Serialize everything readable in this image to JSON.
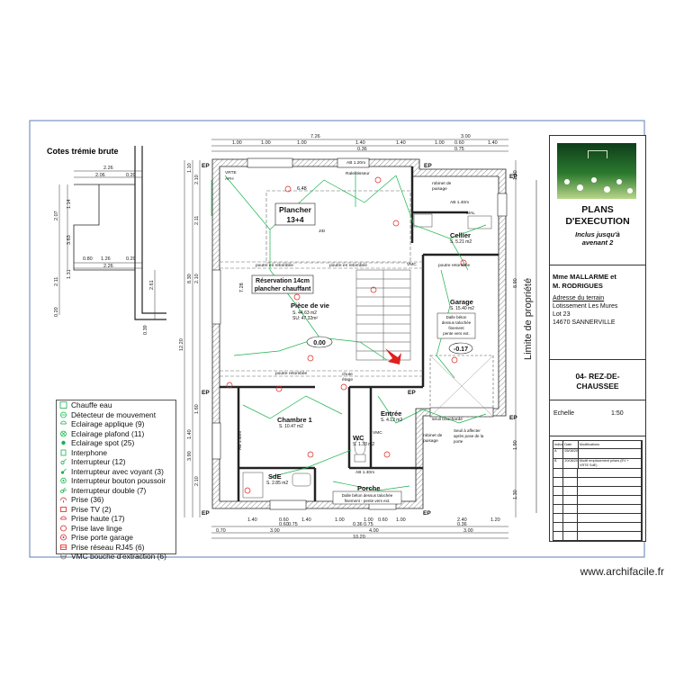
{
  "trim_title": "Cotes trémie brute",
  "trim_dims": [
    "2.26",
    "2.06",
    "0.20",
    "1.14",
    "2.07",
    "3.63",
    "0.80",
    "1.26",
    "0.20",
    "2.26",
    "2.11",
    "1.31",
    "2.61",
    "0.20",
    "0.39"
  ],
  "top_dims_row1": [
    "7.26",
    "3.00"
  ],
  "top_dims_row2": [
    "1.00",
    "1.00",
    "1.00",
    "1.40",
    "1.40",
    "1.00",
    "0.60",
    "1.40"
  ],
  "top_dims_row3": [
    "0.36",
    "0.75"
  ],
  "bottom_dims_row1": [
    "1.40",
    "0.60",
    "1.40",
    "1.00",
    "1.00",
    "0.60",
    "1.00",
    "2.40",
    "1.20"
  ],
  "bottom_dims_row2": [
    "0.60",
    "0.75",
    "0.36",
    "0.75",
    "0.36"
  ],
  "bottom_dims_row3": [
    "0.70",
    "3.00",
    "4.00",
    "3.00"
  ],
  "bottom_total": "10.20",
  "left_dims": [
    "1.10",
    "2.10",
    "2.11",
    "8.30",
    "2.10",
    "1.60",
    "1.40",
    "3.90",
    "2.10"
  ],
  "left_total": "12.20",
  "right_dims": [
    "1.30",
    "8.90",
    "1.90",
    "1.30"
  ],
  "ep_labels": [
    "EP",
    "EP",
    "EP",
    "EP",
    "EP",
    "EP",
    "EP",
    "EP"
  ],
  "rooms": {
    "plancher": "Plancher\n13+4",
    "reservation": "Réservation 14cm\nplancher chauffant",
    "piece_name": "Pièce de vie",
    "piece_area": "S. 44.63 m2",
    "piece_su": "SU: 47.32m²",
    "level": "0.00",
    "level_garage": "-0.17",
    "cellier_name": "Cellier",
    "cellier_area": "S. 5.21 m2",
    "garage_name": "Garage",
    "garage_area": "S. 15.40 m2",
    "garage_note": "Dalle béton\ndessus talochée\nfinement\npente vers ext.",
    "chambre_name": "Chambre 1",
    "chambre_area": "S. 10.47 m2",
    "entree_name": "Entrée",
    "entree_area": "S. 4.12 m2",
    "wc_name": "WC",
    "wc_area": "S. 1.33 m2",
    "sde_name": "SdE",
    "sde_area": "S. 2.85 m2",
    "porche_name": "Porche",
    "porche_note": "Dalle béton dessus talochée\nfinement - pente vers ext."
  },
  "annotations": {
    "poutre_retombee": "poutre en retombée",
    "poutre_retombee2": "poutre retombée",
    "seuil": "seuil bouchardé",
    "seuil_note": "Seuil à affecter\naprès pose de la\nporte",
    "robinet": "robinet de\npuisage",
    "robinet2": "robinet de\npuisage",
    "ab": "AB 1.20m",
    "ab2": "AB 1.40m",
    "ab3": "AB 1.40m",
    "ab4": "AB 1.40m",
    "vmc": "VMC",
    "vmc2": "VMC",
    "jid": "JID",
    "ralentisseur": "Ralentisseur",
    "vrte": "VRTE",
    "afh": "AFH",
    "dimension_648": "6.48",
    "dimension_728": "7.28",
    "limite": "Limite de propriété",
    "mal": "MAL",
    "stair_label": "chute\nétage"
  },
  "legend": [
    {
      "label": "Chauffe eau",
      "icon": "water-heater-icon"
    },
    {
      "label": "Détecteur de mouvement",
      "icon": "motion-detector-icon"
    },
    {
      "label": "Eclairage applique (9)",
      "icon": "wall-light-icon"
    },
    {
      "label": "Eclairage plafond (11)",
      "icon": "ceiling-light-icon"
    },
    {
      "label": "Eclairage spot (25)",
      "icon": "spot-light-icon"
    },
    {
      "label": "Interphone",
      "icon": "intercom-icon"
    },
    {
      "label": "Interrupteur (12)",
      "icon": "switch-icon"
    },
    {
      "label": "Interrupteur avec voyant (3)",
      "icon": "switch-led-icon"
    },
    {
      "label": "Interrupteur bouton poussoir",
      "icon": "push-button-icon"
    },
    {
      "label": "Interrupteur double (7)",
      "icon": "double-switch-icon"
    },
    {
      "label": "Prise (36)",
      "icon": "outlet-icon"
    },
    {
      "label": "Prise TV (2)",
      "icon": "tv-outlet-icon"
    },
    {
      "label": "Prise haute (17)",
      "icon": "high-outlet-icon"
    },
    {
      "label": "Prise lave linge",
      "icon": "washer-outlet-icon"
    },
    {
      "label": "Prise porte garage",
      "icon": "garage-outlet-icon"
    },
    {
      "label": "Prise réseau RJ45 (6)",
      "icon": "rj45-icon"
    },
    {
      "label": "VMC bouche d'extraction (6)",
      "icon": "vmc-icon"
    }
  ],
  "title_block": {
    "heading1": "PLANS",
    "heading2": "D'EXECUTION",
    "subtitle1": "Inclus jusqu'à",
    "subtitle2": "avenant 2",
    "client1": "Mme MALLARME et",
    "client2": "M. RODRIGUES",
    "address_label": "Adresse du terrain",
    "address1": "Lotissement Les Mures",
    "address2": "Lot 23",
    "address3": "14670 SANNERVILLE",
    "sheet1": "04- REZ-DE-",
    "sheet2": "CHAUSSEE",
    "scale_label": "Echelle",
    "scale_value": "1:50",
    "rev_headers": [
      "Indice",
      "Date",
      "Modifications"
    ],
    "revisions": [
      {
        "index": "A",
        "date": "05/08/2022",
        "desc": ""
      },
      {
        "index": "B",
        "date": "20/08/2022",
        "desc": "Modif emplacement prises (EV +\nVRTE SdE)"
      }
    ]
  },
  "watermark": "www.archifacile.fr",
  "colors": {
    "wall": "#222222",
    "wire": "#19b34a",
    "red": "#e02020",
    "hatch": "#9a9a9a",
    "dim": "#333333"
  }
}
